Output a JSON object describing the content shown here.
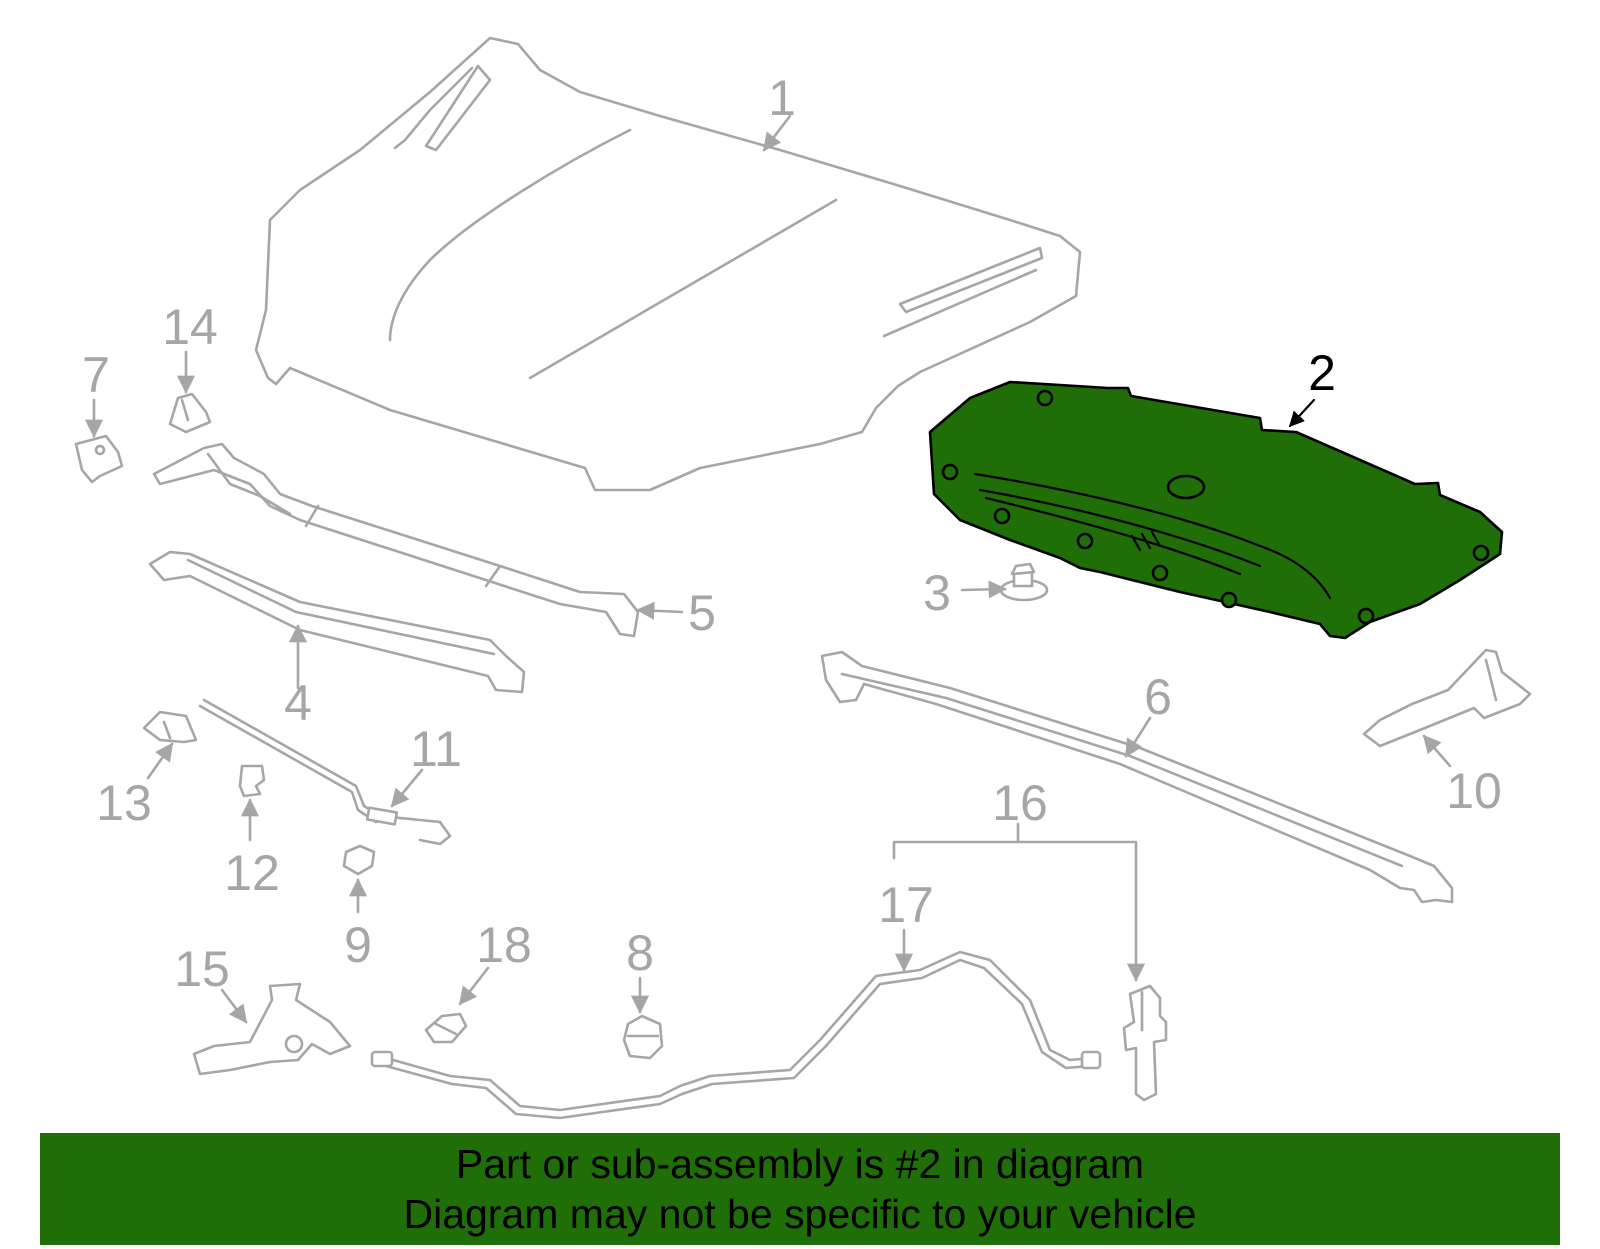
{
  "callouts": {
    "c1": "1",
    "c2": "2",
    "c3": "3",
    "c4": "4",
    "c5": "5",
    "c6": "6",
    "c7": "7",
    "c8": "8",
    "c9": "9",
    "c10": "10",
    "c11": "11",
    "c12": "12",
    "c13": "13",
    "c14": "14",
    "c15": "15",
    "c16": "16",
    "c17": "17",
    "c18": "18"
  },
  "highlighted_part": "2",
  "colors": {
    "highlight": "#1f6e08",
    "outline": "#a6a6a6",
    "highlight_outline": "#000000",
    "banner": "#1f6e08"
  },
  "banner": {
    "line1": "Part or sub-assembly is #2 in diagram",
    "line2": "Diagram may not be specific to your vehicle"
  }
}
